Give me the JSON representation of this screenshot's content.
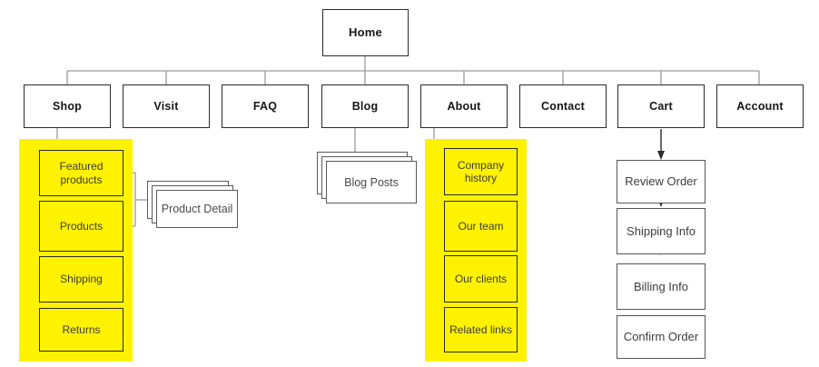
{
  "diagram": {
    "title_node": {
      "label": "Home"
    },
    "nav": [
      {
        "label": "Shop"
      },
      {
        "label": "Visit"
      },
      {
        "label": "FAQ"
      },
      {
        "label": "Blog"
      },
      {
        "label": "About"
      },
      {
        "label": "Contact"
      },
      {
        "label": "Cart"
      },
      {
        "label": "Account"
      }
    ],
    "shop_children": [
      {
        "label": "Featured\nproducts"
      },
      {
        "label": "Products"
      },
      {
        "label": "Shipping"
      },
      {
        "label": "Returns"
      }
    ],
    "shop_detail_stack": {
      "label": "Product Detail"
    },
    "blog_stack": {
      "label": "Blog Posts"
    },
    "about_children": [
      {
        "label": "Company\nhistory"
      },
      {
        "label": "Our team"
      },
      {
        "label": "Our clients"
      },
      {
        "label": "Related links"
      }
    ],
    "cart_flow": [
      {
        "label": "Review Order"
      },
      {
        "label": "Shipping Info"
      },
      {
        "label": "Billing Info"
      },
      {
        "label": "Confirm Order"
      }
    ],
    "colors": {
      "highlight": "#FFF200",
      "box_border": "#2b2b2b",
      "sub_border": "#3b3b3b",
      "wire": "#9a9a9a",
      "flow_wire": "#2b2b2b",
      "text": "#15161a",
      "sub_text": "#3b3b3b"
    }
  }
}
